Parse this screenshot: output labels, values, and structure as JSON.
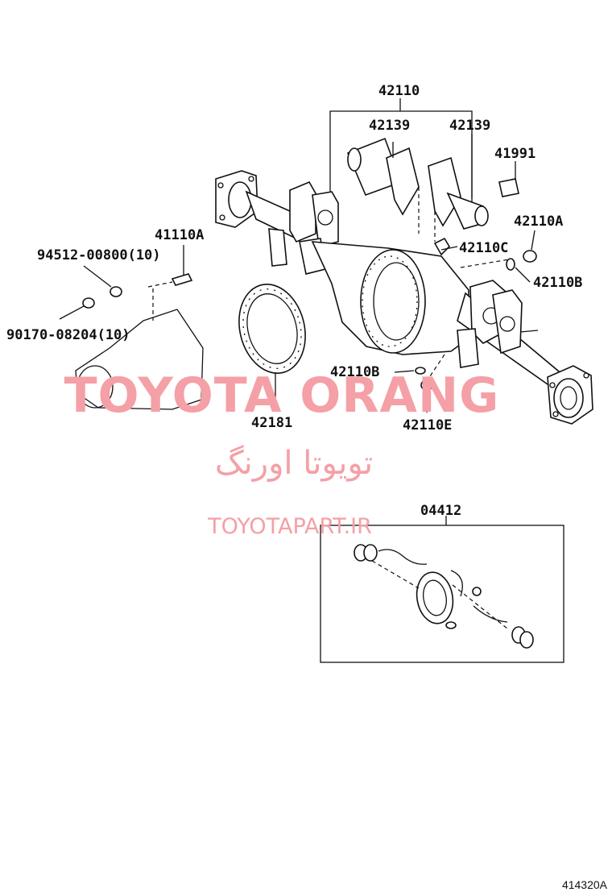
{
  "diagram": {
    "figure_number": "414320A",
    "watermark": {
      "brand": "TOYOTA ORANG",
      "brand_fa": "تویوتا اورنگ",
      "url": "TOYOTAPART.IR",
      "color": "#f4a0a6"
    },
    "part_labels": {
      "p42110": "42110",
      "p42139_left": "42139",
      "p42139_right": "42139",
      "p41991": "41991",
      "p42110A": "42110A",
      "p41110A": "41110A",
      "p94512": "94512-00800(10)",
      "p42110C": "42110C",
      "p42110B_right": "42110B",
      "p90170": "90170-08204(10)",
      "p42110B_left": "42110B",
      "p42181": "42181",
      "p42110E": "42110E",
      "p04412": "04412"
    }
  }
}
